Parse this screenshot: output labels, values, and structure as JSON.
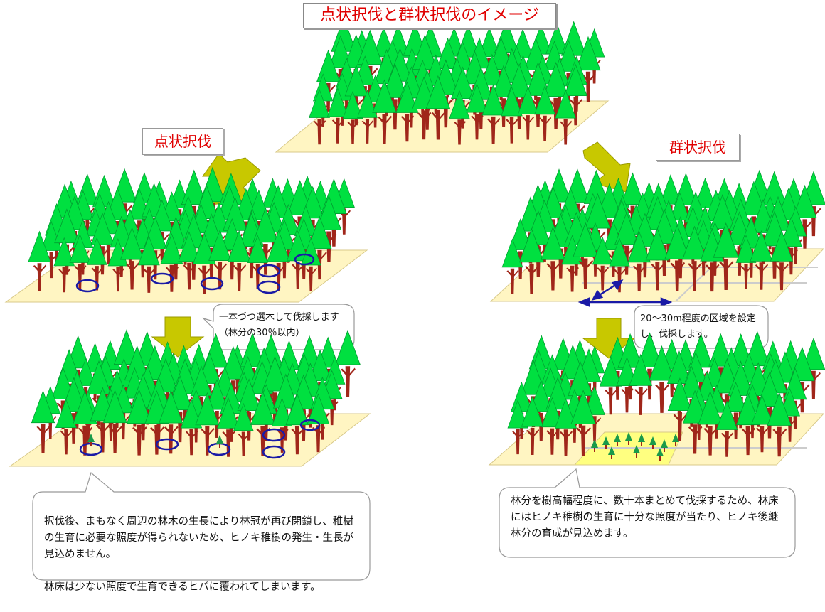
{
  "title": "点状択伐と群状択伐のイメージ",
  "labels": {
    "point_selection": "点状択伐",
    "group_selection": "群状択伐"
  },
  "callouts": {
    "point_note": "一本づつ選木して伐採します（林分の30％以内）",
    "group_note": "20～30m程度の区域を設定し、伐採します。",
    "point_result": [
      "択伐後、まもなく周辺の林木の生長により林冠が再び閉鎖し、稚樹の生育に必要な照度が得られないため、ヒノキ稚樹の発生・生長が見込めません。",
      "林床は少ない照度で生育できるヒバに覆われてしまいます。"
    ],
    "group_result": "林分を樹高幅程度に、数十本まとめて伐採するため、林床にはヒノキ稚樹の生育に十分な照度が当たり、ヒノキ後継林分の育成が見込めます。"
  },
  "colors": {
    "title_text": "#e00000",
    "ground": "#fff5c2",
    "ground_border": "#d8c98a",
    "tree_crown": "#00e040",
    "tree_trunk": "#a0261a",
    "arrow": "#c8c800",
    "gap_circle": "#1a1aa6",
    "scale_arrow": "#1a1aa6",
    "sunlit_gap": "#ffff80",
    "seedling": "#1a9a4a"
  }
}
